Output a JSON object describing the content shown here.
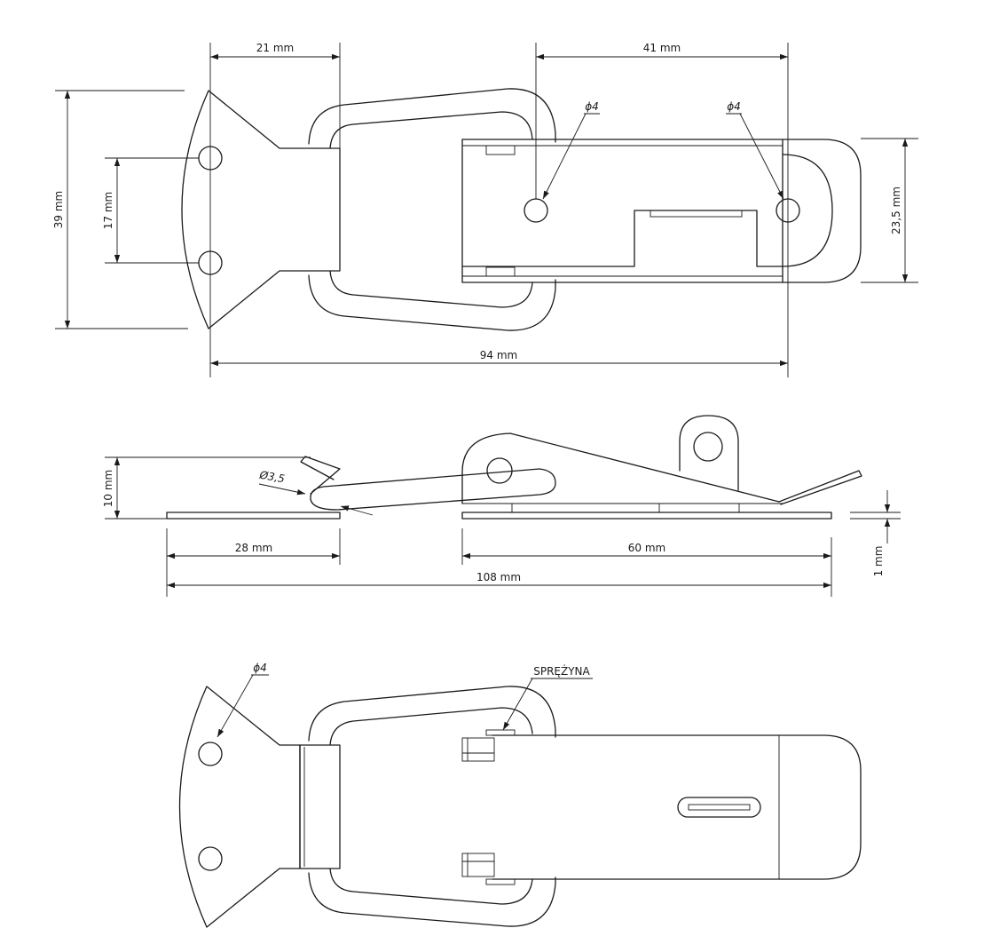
{
  "top_view": {
    "dim_width_tab": "21 mm",
    "dim_hole_spacing": "41 mm",
    "dim_total_height": "39 mm",
    "dim_hole_pitch": "17 mm",
    "dim_strike_height": "23,5 mm",
    "dim_total_length": "94 mm",
    "hole_label_1": "ϕ4",
    "hole_label_2": "ϕ4"
  },
  "side_view": {
    "dim_height": "10 mm",
    "dim_wire": "Ø3,5",
    "dim_left_plate": "28 mm",
    "dim_right_plate": "60 mm",
    "dim_total_length": "108 mm",
    "dim_thickness": "1 mm"
  },
  "bottom_view": {
    "hole_label": "ϕ4",
    "spring_label": "SPRĘŻYNA"
  }
}
